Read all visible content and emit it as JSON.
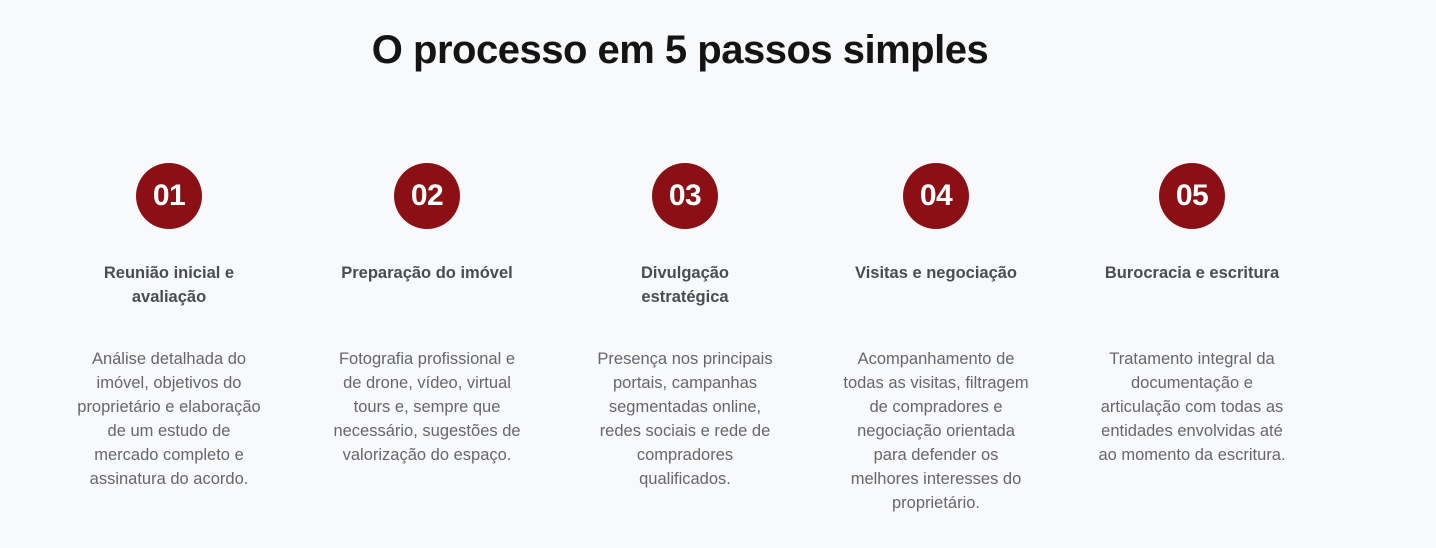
{
  "title": "O processo em 5 passos simples",
  "accent_color": "#8a1015",
  "steps": [
    {
      "number": "01",
      "heading": [
        "Reunião inicial e",
        "avaliação"
      ],
      "description": [
        "Análise detalhada do",
        "imóvel, objetivos do",
        "proprietário e elaboração",
        "de um estudo de",
        "mercado completo e",
        "assinatura do acordo."
      ]
    },
    {
      "number": "02",
      "heading": [
        "Preparação do imóvel"
      ],
      "description": [
        "Fotografia profissional e",
        "de drone, vídeo, virtual",
        "tours e, sempre que",
        "necessário, sugestões de",
        "valorização do espaço."
      ]
    },
    {
      "number": "03",
      "heading": [
        "Divulgação",
        "estratégica"
      ],
      "description": [
        "Presença nos principais",
        "portais, campanhas",
        "segmentadas online,",
        "redes sociais e rede de",
        "compradores",
        "qualificados."
      ]
    },
    {
      "number": "04",
      "heading": [
        "Visitas e negociação"
      ],
      "description": [
        "Acompanhamento de",
        "todas as visitas, filtragem",
        "de compradores e",
        "negociação orientada",
        "para defender os",
        "melhores interesses do",
        "proprietário."
      ]
    },
    {
      "number": "05",
      "heading": [
        "Burocracia e escritura"
      ],
      "description": [
        "Tratamento integral da",
        "documentação e",
        "articulação com todas as",
        "entidades envolvidas até",
        "ao momento da escritura."
      ]
    }
  ]
}
